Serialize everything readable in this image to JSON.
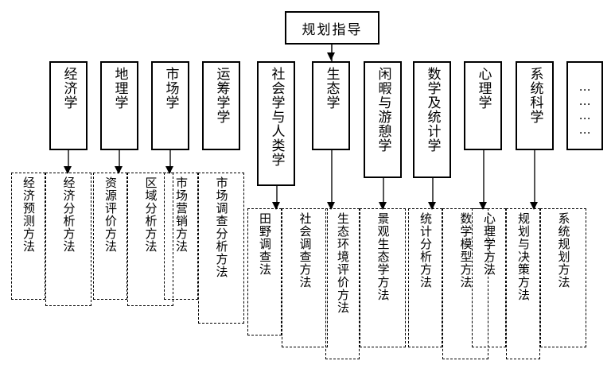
{
  "diagram": {
    "title_box": {
      "label": "规划指导"
    },
    "disciplines": [
      {
        "id": "economics",
        "label": "经济学"
      },
      {
        "id": "geography",
        "label": "地理学"
      },
      {
        "id": "marketing",
        "label": "市场学"
      },
      {
        "id": "operations",
        "label": "运筹学学"
      },
      {
        "id": "sociology",
        "label": "社会学与人类学"
      },
      {
        "id": "ecology",
        "label": "生态学"
      },
      {
        "id": "leisure",
        "label": "闲暇与游憩学"
      },
      {
        "id": "mathstats",
        "label": "数学及统计学"
      },
      {
        "id": "psychology",
        "label": "心理学"
      },
      {
        "id": "systems",
        "label": "系统科学"
      },
      {
        "id": "more",
        "label": "…………"
      }
    ],
    "methods": [
      {
        "id": "economic-forecast",
        "label": "经济预测方法"
      },
      {
        "id": "economic-analysis",
        "label": "经济分析方法"
      },
      {
        "id": "resource-eval",
        "label": "资源评价方法"
      },
      {
        "id": "regional-analysis",
        "label": "区域分析方法"
      },
      {
        "id": "market-promotion",
        "label": "市场营销方法"
      },
      {
        "id": "market-survey",
        "label": "市场调查分析方法"
      },
      {
        "id": "field-survey",
        "label": "田野调查法"
      },
      {
        "id": "social-survey",
        "label": "社会调查方法"
      },
      {
        "id": "eco-env-eval",
        "label": "生态环境评价方法"
      },
      {
        "id": "landscape-ecology",
        "label": "景观生态学方法"
      },
      {
        "id": "statistical",
        "label": "统计分析方法"
      },
      {
        "id": "math-model",
        "label": "数学模型方法"
      },
      {
        "id": "psychology-method",
        "label": "心理学方法"
      },
      {
        "id": "planning-decision",
        "label": "规划与决策方法"
      },
      {
        "id": "system-planning",
        "label": "系统规划方法"
      }
    ]
  }
}
